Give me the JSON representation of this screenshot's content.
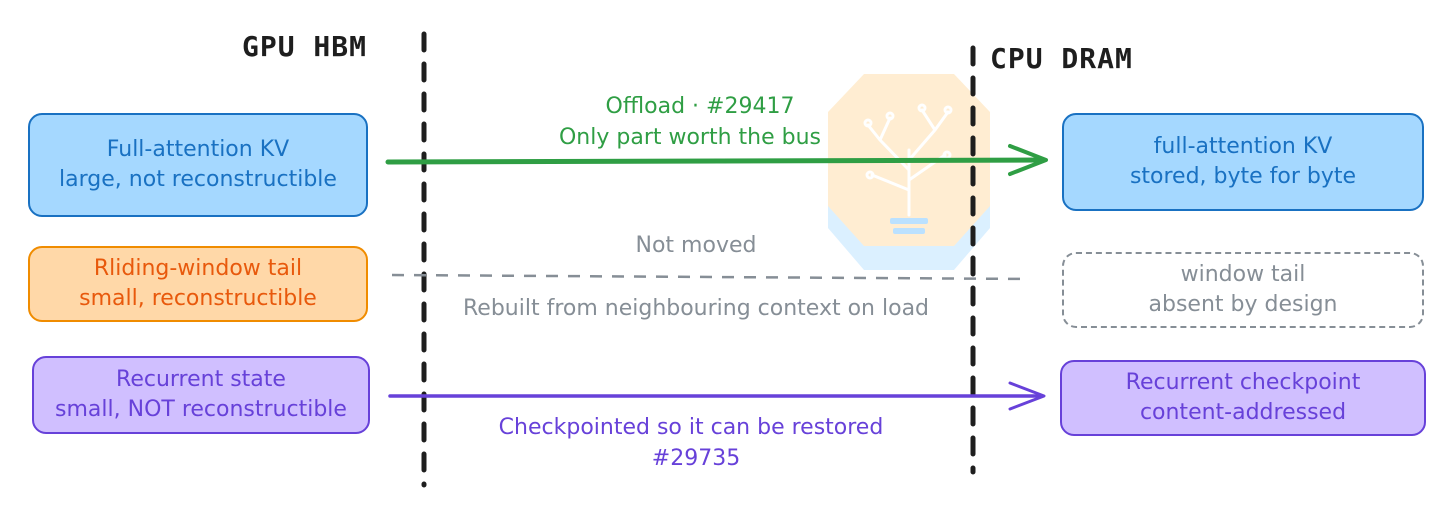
{
  "zones": {
    "left_title": "GPU HBM",
    "right_title": "CPU DRAM"
  },
  "left_boxes": [
    {
      "line1": "Full-attention KV",
      "line2": "large, not reconstructible"
    },
    {
      "line1": "Rliding-window tail",
      "line2": "small, reconstructible"
    },
    {
      "line1": "Recurrent state",
      "line2": "small, NOT reconstructible"
    }
  ],
  "right_boxes": [
    {
      "line1": "full-attention KV",
      "line2": "stored, byte for byte"
    },
    {
      "line1": "window tail",
      "line2": "absent by design"
    },
    {
      "line1": "Recurrent checkpoint",
      "line2": "content-addressed"
    }
  ],
  "arrows": {
    "offload": {
      "line1": "Offload  ·  #29417",
      "line2": "Only part worth the bus"
    },
    "window": {
      "above": "Not moved",
      "below": "Rebuilt from neighbouring context on load"
    },
    "recurrent": {
      "line1": "Checkpointed so it can be restored",
      "line2": "#29735"
    }
  },
  "colors": {
    "blue_fill": "#a5d8ff",
    "blue_stroke": "#1971c2",
    "orange_fill": "#ffd8a8",
    "orange_stroke": "#f08c00",
    "violet_fill": "#d0bfff",
    "violet_stroke": "#6741d9",
    "green_arrow": "#2f9e44",
    "gray": "#868e96"
  },
  "logo": {
    "name": "circuit-tree-lightbulb-icon"
  }
}
